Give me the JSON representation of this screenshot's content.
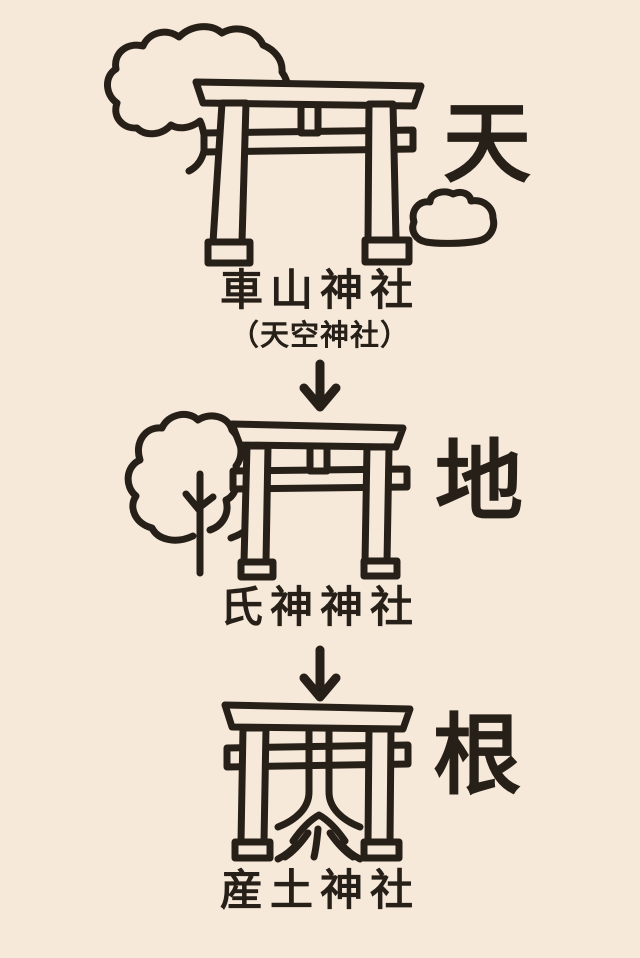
{
  "palette": {
    "background": "#f7e9da",
    "ink": "#272019"
  },
  "icons": {
    "top": "torii-gate-with-clouds",
    "middle": "torii-gate-with-tree",
    "bottom": "torii-gate-with-roots",
    "arrow": "down-arrow"
  },
  "sections": [
    {
      "kanji": "天",
      "shrine_name": "車山神社",
      "shrine_subtitle": "（天空神社）"
    },
    {
      "kanji": "地",
      "shrine_name": "氏神神社"
    },
    {
      "kanji": "根",
      "shrine_name": "産土神社"
    }
  ]
}
